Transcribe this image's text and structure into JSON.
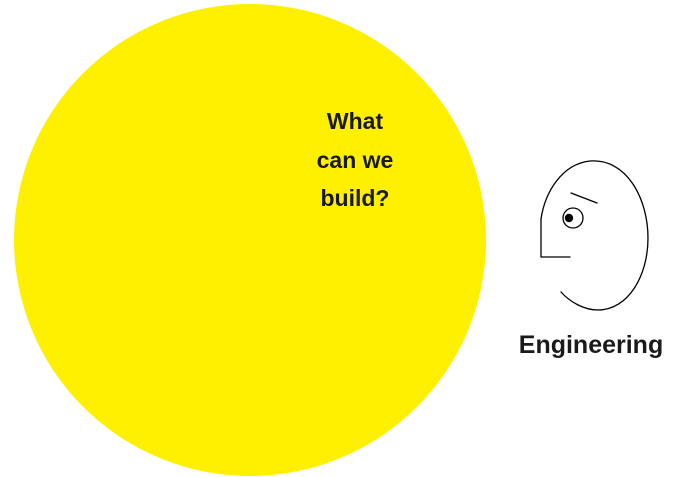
{
  "circle": {
    "fill_color": "#FFF000",
    "question_lines": [
      "What",
      "can we",
      "build?"
    ]
  },
  "persona": {
    "icon": "face-profile-icon",
    "label": "Engineering"
  },
  "colors": {
    "text": "#1a1a1a",
    "line": "#000000",
    "background": "#ffffff"
  }
}
